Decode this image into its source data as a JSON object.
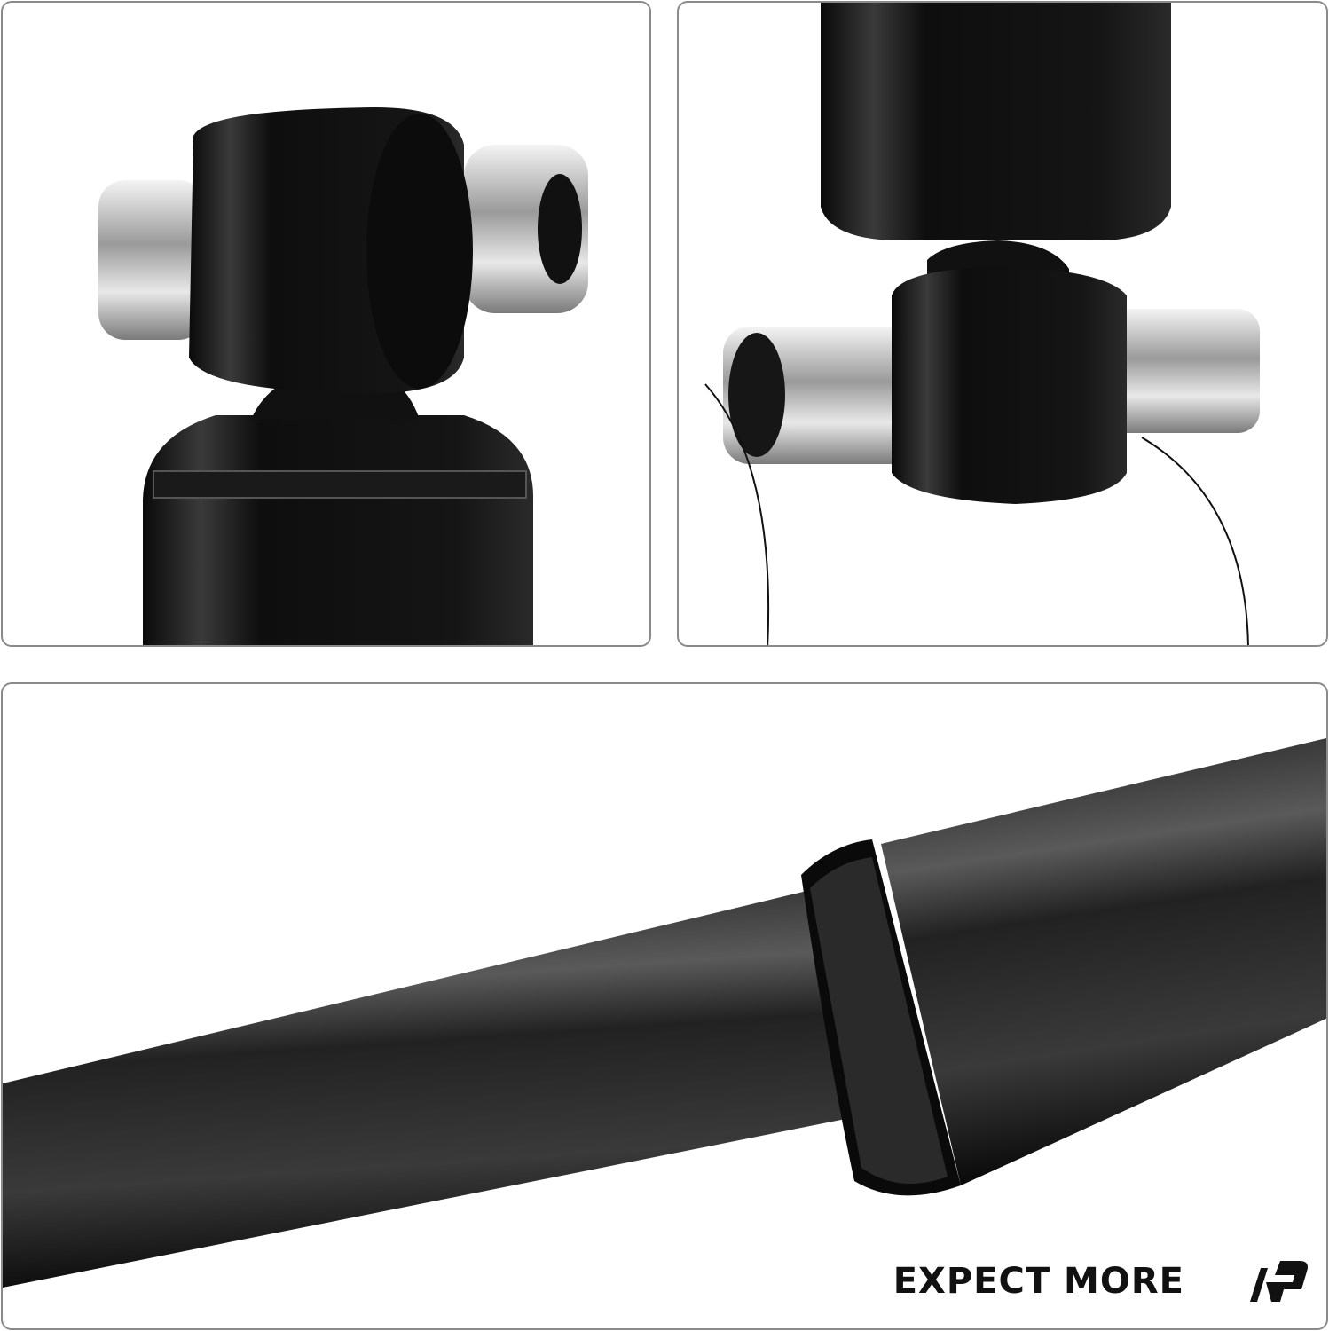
{
  "panels": [
    {
      "id": "top-left",
      "subject": "shock absorber upper mount bushing close-up"
    },
    {
      "id": "top-right",
      "subject": "shock absorber mount bushing with sleeve"
    },
    {
      "id": "bottom",
      "subject": "shock absorber body tube with dust shield"
    }
  ],
  "branding": {
    "tagline": "EXPECT MORE",
    "logo_icon": "brand-logo-icon"
  },
  "colors": {
    "border": "#8a8a8a",
    "product": "#111111",
    "metal": "#c8c8c8",
    "text": "#111111"
  }
}
